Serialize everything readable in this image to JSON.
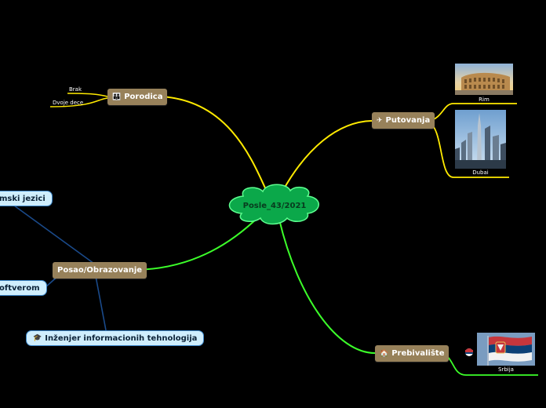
{
  "central": {
    "label": "Posle_43/2021"
  },
  "branches": {
    "porodica": {
      "label": "Porodica",
      "icon": "family-icon",
      "children": [
        "Brak",
        "Dvoje dece"
      ]
    },
    "putovanja": {
      "label": "Putovanja",
      "icon": "airplane-icon",
      "children": [
        {
          "caption": "Rim",
          "image": "colosseum-photo"
        },
        {
          "caption": "Dubai",
          "image": "dubai-skyline-photo"
        }
      ]
    },
    "posao": {
      "label": "Posao/Obrazovanje",
      "children": [
        "mski jezici",
        "oftverom",
        "Inženjer informacionih tehnologija"
      ],
      "child_icon": "graduation-cap-icon"
    },
    "prebivaliste": {
      "label": "Prebivalište",
      "icon": "house-icon",
      "children": [
        {
          "caption": "Srbija",
          "image": "serbian-flag-photo",
          "icon": "serbia-flag-icon"
        }
      ]
    }
  },
  "colors": {
    "background": "#000000",
    "central_fill": "#0ba84a",
    "central_stroke": "#5dff8f",
    "yellow_branch": "#ffea00",
    "green_branch": "#3cff2a",
    "blue_branch": "#1a4a8a",
    "topic_fill": "#97815a",
    "subtopic_fill": "#cfeefd"
  }
}
